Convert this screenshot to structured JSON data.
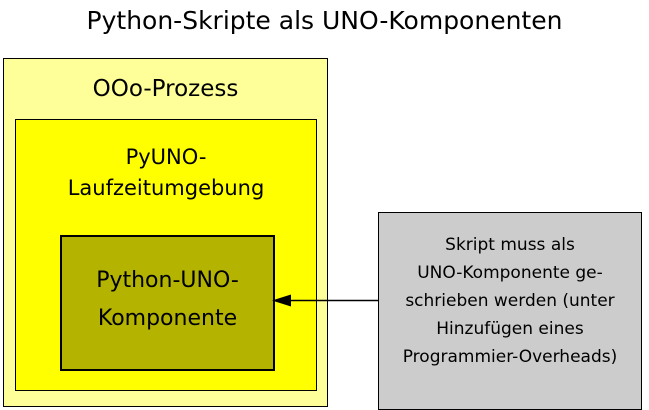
{
  "diagram": {
    "type": "nested-boxes-with-annotation",
    "title": "Python-Skripte als UNO-Komponenten",
    "colors": {
      "outer_box_fill": "#ffff99",
      "inner_box_fill": "#ffff00",
      "component_box_fill": "#b3b300",
      "note_box_fill": "#cccccc",
      "stroke": "#000000",
      "background": "#ffffff"
    },
    "boxes": {
      "ooo_process": {
        "label": "OOo-Prozess"
      },
      "pyuno_runtime": {
        "line1": "PyUNO-",
        "line2": "Laufzeitumgebung"
      },
      "python_uno_component": {
        "line1": "Python-UNO-",
        "line2": "Komponente"
      },
      "note": {
        "lines": [
          "Skript muss als",
          "UNO-Komponente ge-",
          "schrieben werden (unter",
          "Hinzufügen eines",
          "Programmier-Overheads)"
        ]
      }
    },
    "connector": {
      "name": "arrow-note-to-component",
      "direction": "right-to-left",
      "from": "note",
      "to": "python_uno_component"
    }
  }
}
